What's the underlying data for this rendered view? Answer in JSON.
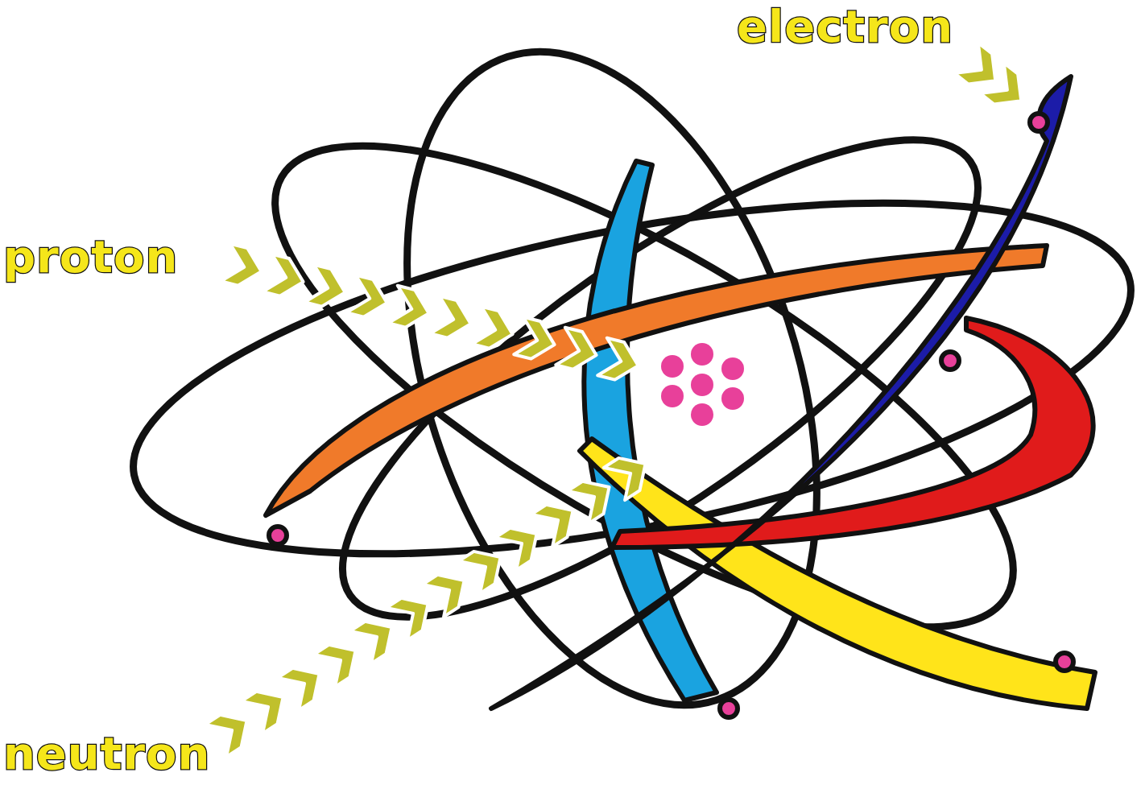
{
  "diagram": {
    "labels": [
      "electron",
      "proton",
      "neutron"
    ]
  }
}
